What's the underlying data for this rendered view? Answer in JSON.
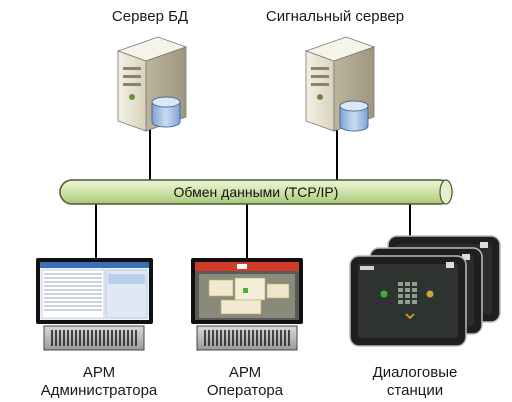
{
  "nodes": {
    "db_server": {
      "label": "Сервер БД"
    },
    "signal_server": {
      "label": "Сигнальный сервер"
    },
    "admin_ws": {
      "line1": "АРМ",
      "line2": "Администратора"
    },
    "operator_ws": {
      "line1": "АРМ",
      "line2": "Оператора"
    },
    "dialog_stations": {
      "line1": "Диалоговые",
      "line2": "станции"
    }
  },
  "bus": {
    "label": "Обмен данными (TCP/IP)"
  },
  "colors": {
    "bus_fill": "#cfe3a8",
    "server_body": "#e9e5d4",
    "db_cylinder": "#a9c4e6",
    "tablet_frame": "#1f1f1f"
  }
}
